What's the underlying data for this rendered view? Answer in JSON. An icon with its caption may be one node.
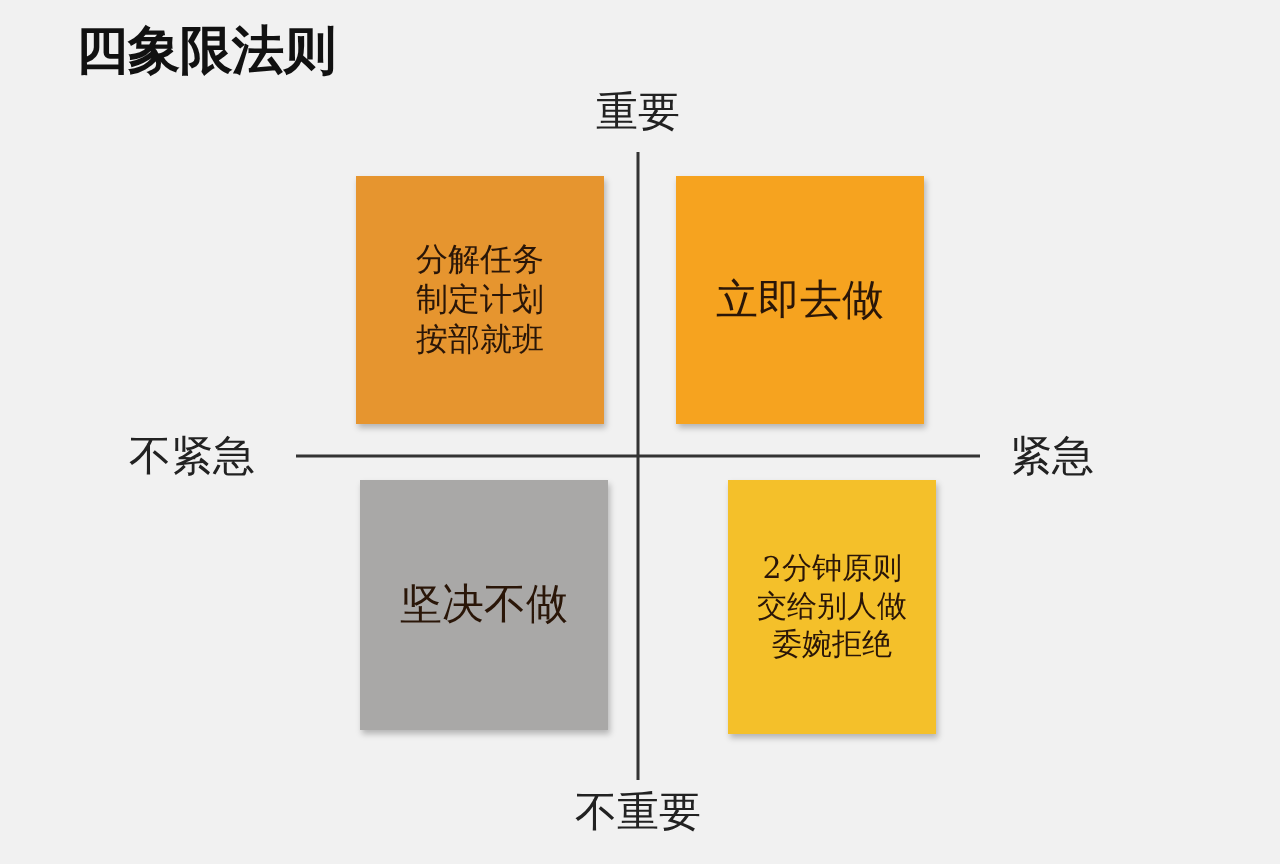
{
  "diagram": {
    "title": "四象限法则",
    "nodes": [
      {
        "text": [
          "分解任务",
          "制定计划",
          "按部就班"
        ]
      },
      {
        "text": [
          "立即去做"
        ]
      },
      {
        "text": [
          "坚决不做"
        ]
      },
      {
        "text": [
          "2分钟原则",
          "交给别人做",
          "委婉拒绝"
        ]
      }
    ],
    "labels": [
      "重要",
      "不紧急",
      "紧急",
      "不重要"
    ]
  }
}
